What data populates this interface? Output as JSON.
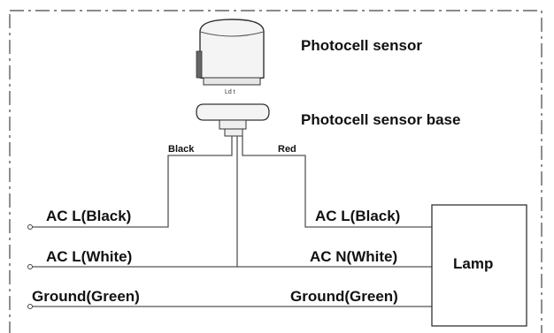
{
  "sensor_label": "Photocell sensor",
  "base_label": "Photocell sensor base",
  "left_wire_color": "Black",
  "right_wire_color": "Red",
  "left_lines": [
    "AC  L(Black)",
    "AC  L(White)",
    "Ground(Green)"
  ],
  "right_lines": [
    "AC L(Black)",
    "AC N(White)",
    "Ground(Green)"
  ],
  "lamp_label": "Lamp",
  "sensor_mark": "Ld t"
}
